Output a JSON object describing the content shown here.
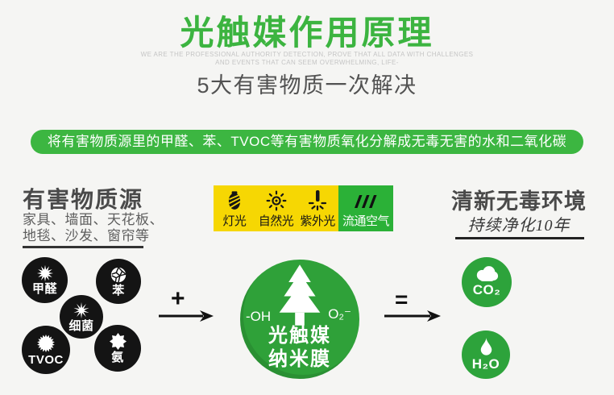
{
  "title": "光触媒作用原理",
  "tagline_line1": "WE ARE THE PROFESSIONAL AUTHORITY DETECTION, PROVE THAT ALL DATA WITH CHALLENGES",
  "tagline_line2": "AND EVENTS THAT CAN SEEM OVERWHELMING, LIFE-",
  "subtitle": "5大有害物质一次解决",
  "banner": "将有害物质源里的甲醛、苯、TVOC等有害物质氧化分解成无毒无害的水和二氧化碳",
  "sources": {
    "heading": "有害物质源",
    "desc_line1": "家具、墙面、天花板、",
    "desc_line2": "地毯、沙发、窗帘等",
    "pollutants": [
      {
        "label": "甲醛",
        "icon": "starburst-icon"
      },
      {
        "label": "苯",
        "icon": "molecule-icon"
      },
      {
        "label": "细菌",
        "icon": "burst-icon"
      },
      {
        "label": "TVOC",
        "icon": "sun-ring-icon"
      },
      {
        "label": "氨",
        "icon": "gear-icon"
      }
    ]
  },
  "operators": {
    "plus": "+",
    "equals": "="
  },
  "lights": {
    "items": [
      {
        "label": "灯光",
        "icon": "bulb-icon"
      },
      {
        "label": "自然光",
        "icon": "sun-icon"
      },
      {
        "label": "紫外光",
        "icon": "uv-lamp-icon"
      }
    ],
    "air": {
      "label": "流通空气",
      "icon": "slashes-icon"
    }
  },
  "catalyst": {
    "formula_left": "-OH",
    "formula_right": "O₂⁻",
    "name_line1": "光触媒",
    "name_line2": "纳米膜"
  },
  "result": {
    "heading": "清新无毒环境",
    "subheading": "持续净化10年",
    "products": [
      {
        "label": "CO₂",
        "icon": "cloud-icon"
      },
      {
        "label": "H₂O",
        "icon": "drop-icon"
      }
    ]
  },
  "colors": {
    "background": "#f5f5f3",
    "brand_green": "#3cb440",
    "banner_green": "#3cb641",
    "catalyst_green": "#2fa139",
    "product_green": "#2da33b",
    "air_green": "#2bb137",
    "light_yellow": "#f6d703",
    "pollutant_black": "#141414",
    "heading_gray": "#4a4a4a"
  }
}
